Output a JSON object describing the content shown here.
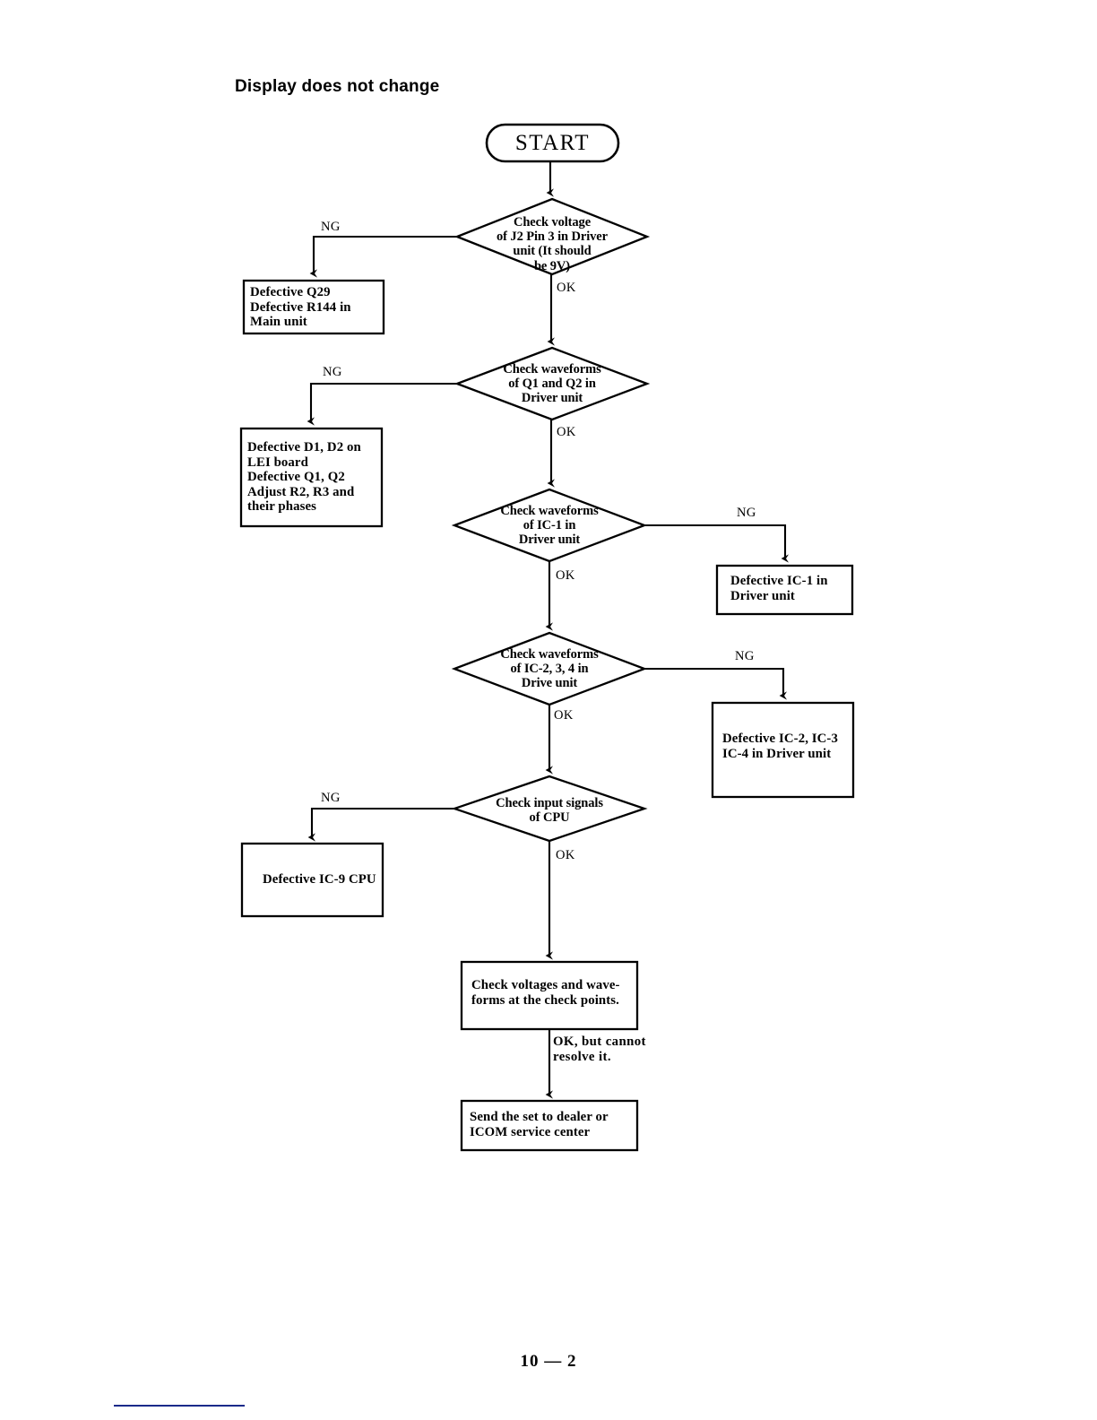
{
  "document": {
    "title": "Display does not change",
    "page_number": "10 — 2",
    "accent_color": "#1a2a8a",
    "ink_color": "#000000",
    "paper_color": "#ffffff"
  },
  "chart_data": {
    "type": "diagram",
    "title": "Display does not change",
    "nodes": [
      {
        "id": "start",
        "shape": "terminator",
        "label": "START"
      },
      {
        "id": "d1",
        "shape": "decision",
        "label": "Check voltage\nof J2 Pin 3 in Driver\nunit (It should\nbe 9V)"
      },
      {
        "id": "f1",
        "shape": "process",
        "label": "Defective Q29\nDefective  R144  in\nMain unit"
      },
      {
        "id": "d2",
        "shape": "decision",
        "label": "Check waveforms\nof Q1 and Q2 in\nDriver unit"
      },
      {
        "id": "f2",
        "shape": "process",
        "label": "Defective D1, D2 on\nLEI board\nDefective   Q1,   Q2\nAdjust  R2, R3  and\ntheir phases"
      },
      {
        "id": "d3",
        "shape": "decision",
        "label": "Check waveforms\nof IC-1 in\nDriver unit"
      },
      {
        "id": "f3",
        "shape": "process",
        "label": "Defective IC-1 in\nDriver unit"
      },
      {
        "id": "d4",
        "shape": "decision",
        "label": "Check waveforms\nof IC-2, 3, 4 in\nDrive unit"
      },
      {
        "id": "f4",
        "shape": "process",
        "label": "Defective  IC-2, IC-3\nIC-4  in  Driver  unit"
      },
      {
        "id": "d5",
        "shape": "decision",
        "label": "Check input signals\nof CPU"
      },
      {
        "id": "f5",
        "shape": "process",
        "label": "Defective IC-9 CPU"
      },
      {
        "id": "p6",
        "shape": "process",
        "label": "Check voltages and wave-\nforms at the check points."
      },
      {
        "id": "p7",
        "shape": "process",
        "label": "Send  the set  to dealer or\nICOM service center"
      }
    ],
    "edges": [
      {
        "from": "start",
        "to": "d1",
        "label": ""
      },
      {
        "from": "d1",
        "to": "f1",
        "label": "NG",
        "direction": "left"
      },
      {
        "from": "d1",
        "to": "d2",
        "label": "OK",
        "direction": "down"
      },
      {
        "from": "d2",
        "to": "f2",
        "label": "NG",
        "direction": "left"
      },
      {
        "from": "d2",
        "to": "d3",
        "label": "OK",
        "direction": "down"
      },
      {
        "from": "d3",
        "to": "f3",
        "label": "NG",
        "direction": "right"
      },
      {
        "from": "d3",
        "to": "d4",
        "label": "OK",
        "direction": "down"
      },
      {
        "from": "d4",
        "to": "f4",
        "label": "NG",
        "direction": "right"
      },
      {
        "from": "d4",
        "to": "d5",
        "label": "OK",
        "direction": "down"
      },
      {
        "from": "d5",
        "to": "f5",
        "label": "NG",
        "direction": "left"
      },
      {
        "from": "d5",
        "to": "p6",
        "label": "OK",
        "direction": "down"
      },
      {
        "from": "p6",
        "to": "p7",
        "label": "OK, but cannot\nresolve it.",
        "direction": "down"
      }
    ]
  },
  "labels": {
    "start": "START",
    "decision_1": "Check voltage\nof J2 Pin 3 in Driver\nunit (It should\nbe 9V)",
    "fail_1": "Defective Q29\nDefective  R144  in\nMain unit",
    "decision_2": "Check waveforms\nof Q1 and Q2 in\nDriver unit",
    "fail_2": "Defective D1, D2 on\nLEI board\nDefective   Q1,   Q2\nAdjust  R2, R3  and\ntheir phases",
    "decision_3": "Check waveforms\nof IC-1 in\nDriver unit",
    "fail_3": "Defective IC-1 in\nDriver unit",
    "decision_4": "Check waveforms\nof IC-2, 3, 4 in\nDrive unit",
    "fail_4": "Defective  IC-2, IC-3\nIC-4  in  Driver  unit",
    "decision_5": "Check input signals\nof CPU",
    "fail_5": "Defective IC-9 CPU",
    "process_6": "Check voltages and wave-\nforms at the check points.",
    "process_7": "Send  the set  to dealer or\nICOM service center"
  },
  "edge_labels": {
    "ng_1": "NG",
    "ok_1": "OK",
    "ng_2": "NG",
    "ok_2": "OK",
    "ng_3": "NG",
    "ok_3": "OK",
    "ng_4": "NG",
    "ok_4": "OK",
    "ng_5": "NG",
    "ok_5": "OK",
    "ok_cannot_resolve": "OK, but cannot\nresolve it."
  }
}
